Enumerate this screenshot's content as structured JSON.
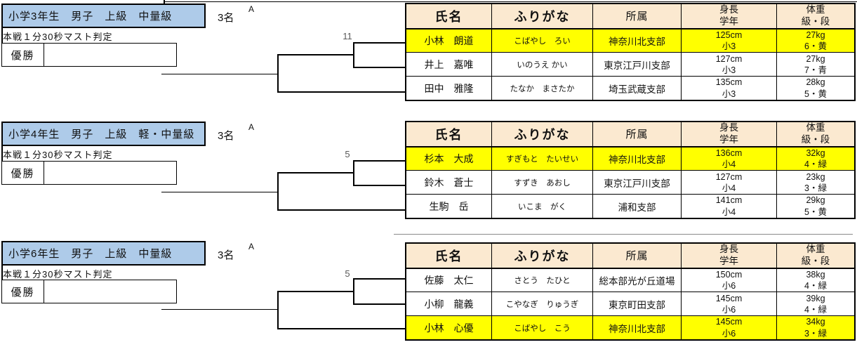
{
  "colors": {
    "section_header_bg": "#aecbe9",
    "table_header_bg": "#fbe9d0",
    "highlight_row_bg": "#ffff00",
    "line": "#000000",
    "match_number_color": "#595959"
  },
  "table_headers": {
    "name": "氏名",
    "furigana": "ふりがな",
    "affiliation": "所属",
    "height_line1": "身長",
    "height_line2": "学年",
    "weight_line1": "体重",
    "weight_line2": "級・段"
  },
  "labels": {
    "winner": "優勝",
    "winner_value": ""
  },
  "sections": [
    {
      "title": "小学3年生　男子　上級　中量級",
      "entry_count": "3名",
      "block_letter": "A",
      "rules": "本戦１分30秒マスト判定",
      "match_number": "11",
      "rows": [
        {
          "name": "小林　朗道",
          "furigana": "こばやし　ろい",
          "affiliation": "神奈川北支部",
          "height": "125cm",
          "grade": "小3",
          "weight": "27kg",
          "rank": "6・黄",
          "highlighted": true
        },
        {
          "name": "井上　嘉唯",
          "furigana": "いのうえ かい",
          "affiliation": "東京江戸川支部",
          "height": "127cm",
          "grade": "小3",
          "weight": "27kg",
          "rank": "7・青",
          "highlighted": false
        },
        {
          "name": "田中　雅隆",
          "furigana": "たなか　まさたか",
          "affiliation": "埼玉武蔵支部",
          "height": "135cm",
          "grade": "小3",
          "weight": "28kg",
          "rank": "5・黄",
          "highlighted": false
        }
      ]
    },
    {
      "title": "小学4年生　男子　上級　軽・中量級",
      "entry_count": "3名",
      "block_letter": "A",
      "rules": "本戦１分30秒マスト判定",
      "match_number": "5",
      "rows": [
        {
          "name": "杉本　大成",
          "furigana": "すぎもと　たいせい",
          "affiliation": "神奈川北支部",
          "height": "136cm",
          "grade": "小4",
          "weight": "32kg",
          "rank": "4・緑",
          "highlighted": true
        },
        {
          "name": "鈴木　蒼士",
          "furigana": "すずき　あおし",
          "affiliation": "東京江戸川支部",
          "height": "127cm",
          "grade": "小4",
          "weight": "23kg",
          "rank": "3・緑",
          "highlighted": false
        },
        {
          "name": "生駒　岳",
          "furigana": "いこま　がく",
          "affiliation": "浦和支部",
          "height": "141cm",
          "grade": "小4",
          "weight": "29kg",
          "rank": "5・黄",
          "highlighted": false
        }
      ]
    },
    {
      "title": "小学6年生　男子　上級　中量級",
      "entry_count": "3名",
      "block_letter": "A",
      "rules": "本戦１分30秒マスト判定",
      "match_number": "5",
      "rows": [
        {
          "name": "佐藤　太仁",
          "furigana": "さとう　たひと",
          "affiliation": "総本部光が丘道場",
          "height": "150cm",
          "grade": "小6",
          "weight": "38kg",
          "rank": "4・緑",
          "highlighted": false
        },
        {
          "name": "小柳　龍義",
          "furigana": "こやなぎ　りゅうぎ",
          "affiliation": "東京町田支部",
          "height": "145cm",
          "grade": "小6",
          "weight": "39kg",
          "rank": "4・緑",
          "highlighted": false
        },
        {
          "name": "小林　心優",
          "furigana": "こばやし　こう",
          "affiliation": "神奈川北支部",
          "height": "145cm",
          "grade": "小6",
          "weight": "34kg",
          "rank": "3・緑",
          "highlighted": true
        }
      ]
    }
  ]
}
